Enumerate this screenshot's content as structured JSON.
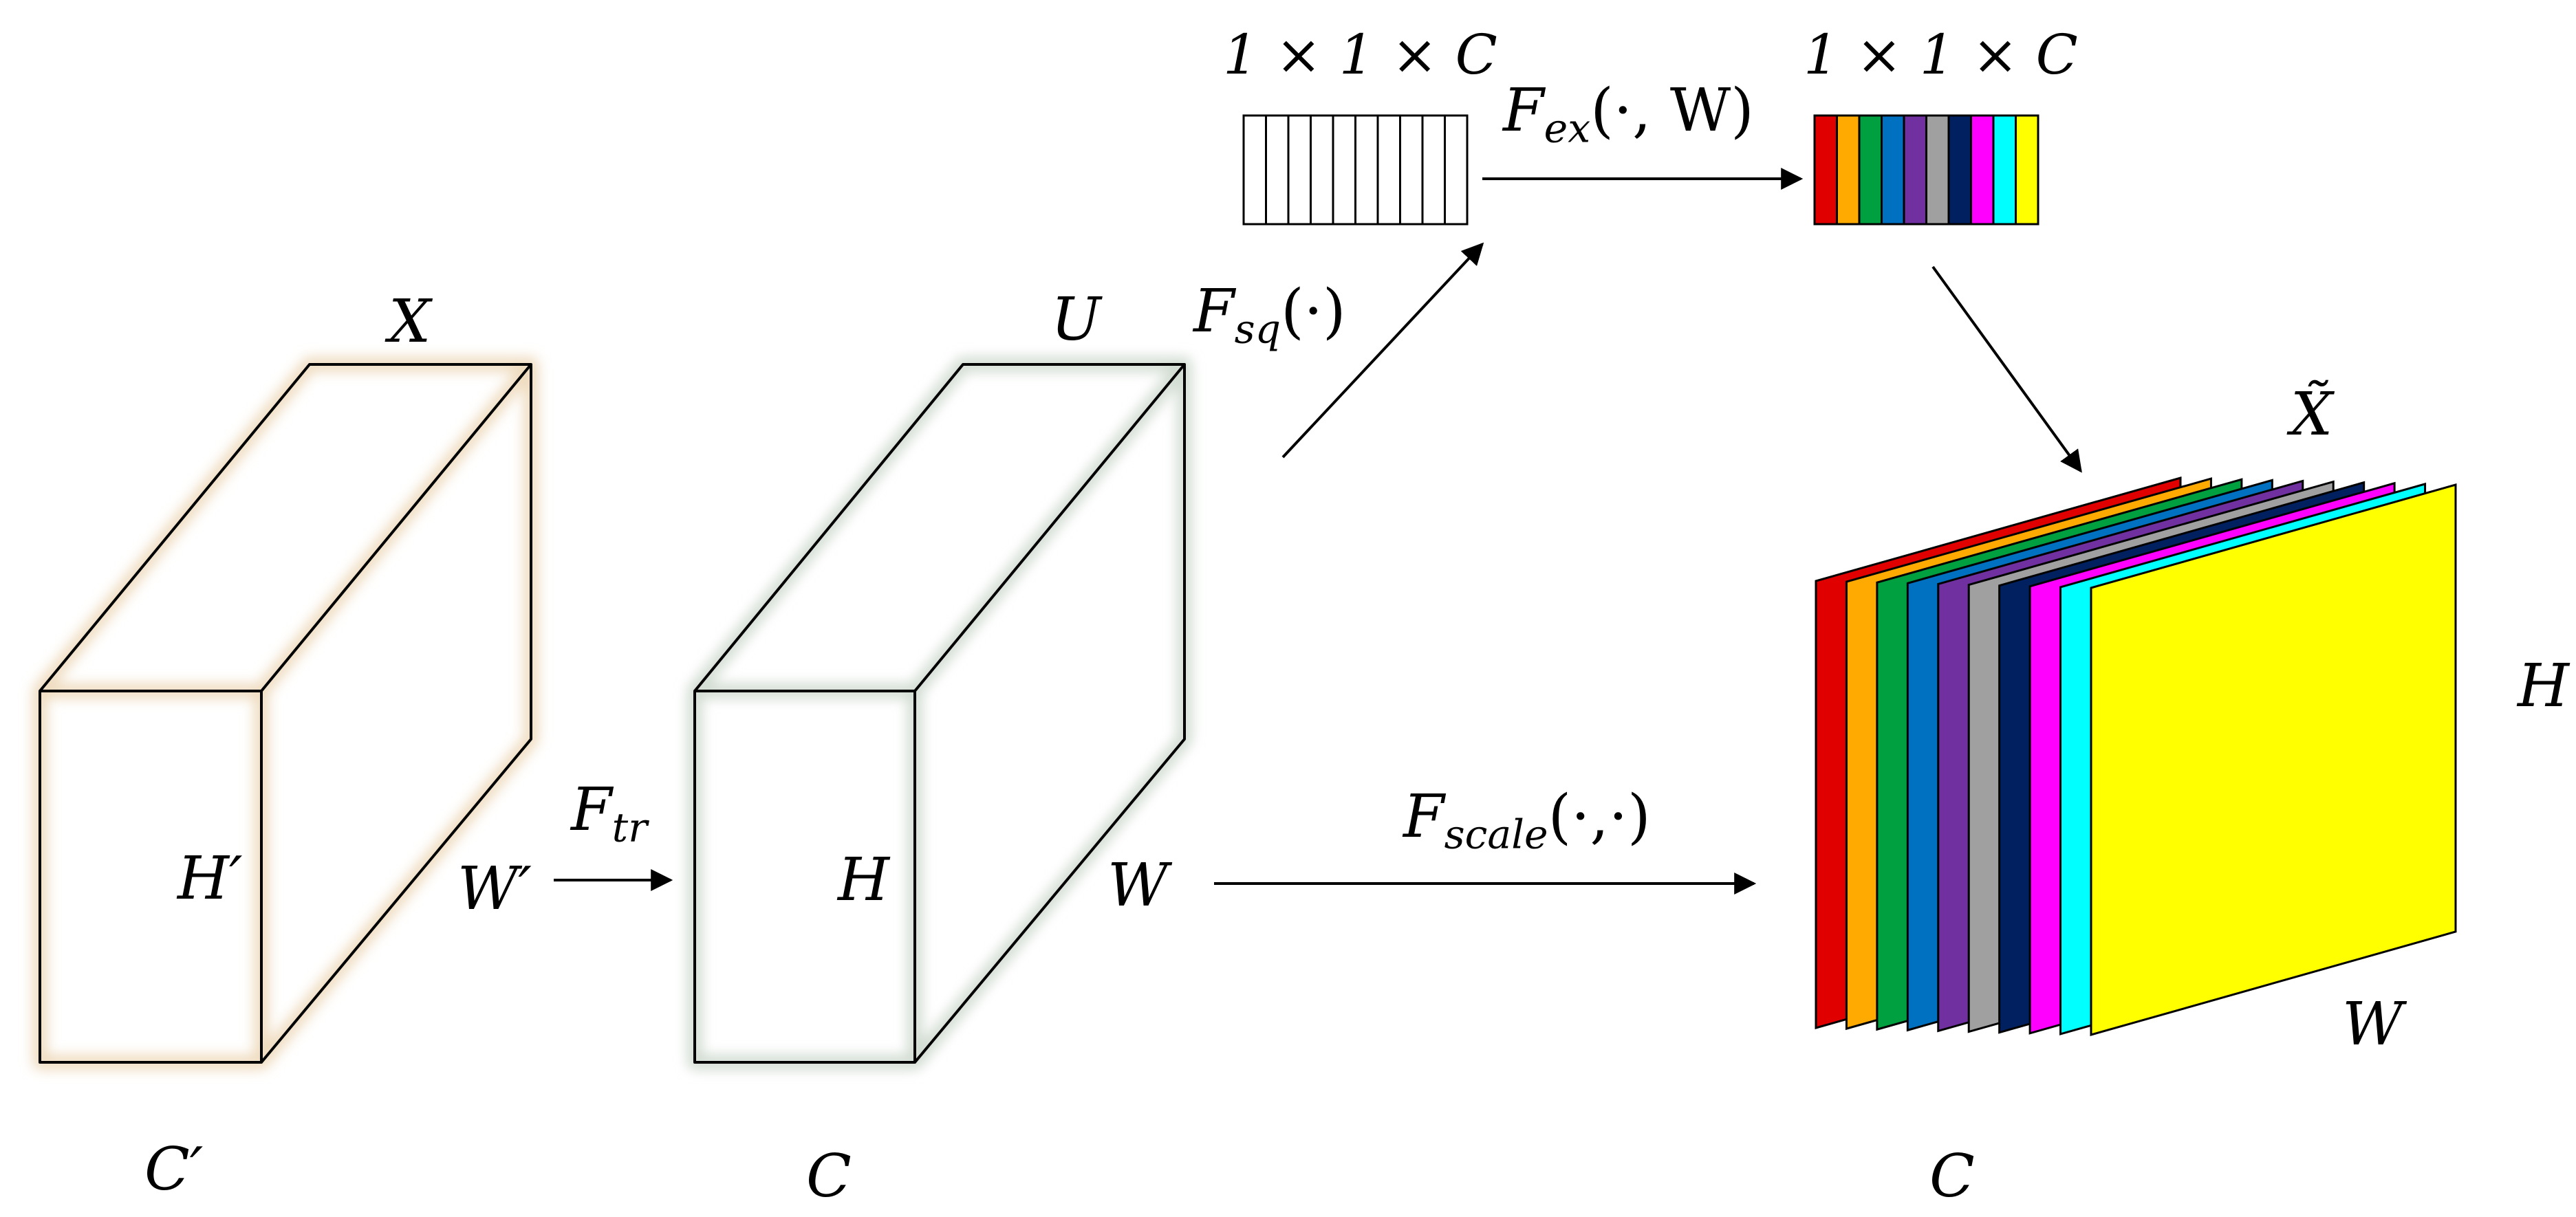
{
  "colors": {
    "line": "#000000",
    "glow_x": "#efdcc0",
    "glow_u": "#d2dcd2",
    "channels": [
      "#e00000",
      "#ffaa00",
      "#00a040",
      "#0070c0",
      "#7030a0",
      "#a0a0a0",
      "#002060",
      "#ff00ff",
      "#00ffff",
      "#ffff00"
    ]
  },
  "labels": {
    "x": "X",
    "x_height": "H′",
    "x_width": "W′",
    "x_channels": "C′",
    "u": "U",
    "u_height": "H",
    "u_width": "W",
    "u_channels": "C",
    "f_tr": "F",
    "f_tr_sub": "tr",
    "f_sq": "F",
    "f_sq_sub": "sq",
    "f_sq_arg": "(·)",
    "f_ex": "F",
    "f_ex_sub": "ex",
    "f_ex_arg": "(·, W)",
    "f_scale": "F",
    "f_scale_sub": "scale",
    "f_scale_arg": "(·,·)",
    "vec_dim_1": "1 × 1 × C",
    "vec_dim_2": "1 × 1 × C",
    "x_tilde": "X̃",
    "out_height": "H",
    "out_width": "W",
    "out_channels": "C"
  }
}
